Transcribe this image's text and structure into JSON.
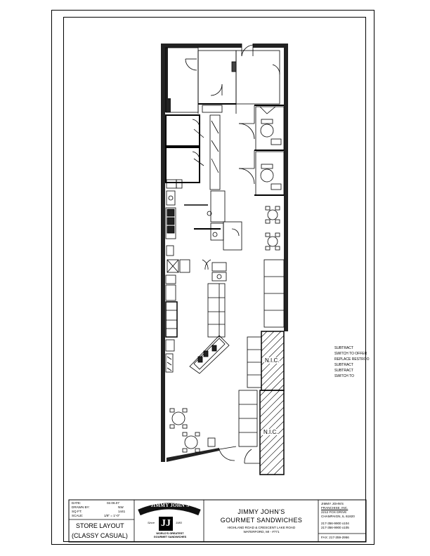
{
  "sheet_notes": [
    "SUBTRACT",
    "SWITCH TO OFFER",
    "REPLACE RESTROO",
    "SUBTRACT",
    "SUBTRACT",
    "SWITCH TO"
  ],
  "nic_labels": [
    "N.I.C.",
    "N.I.C."
  ],
  "title_block": {
    "date_label": "DATE:",
    "date_value": "02.06.07",
    "drawn_label": "DRAWN BY:",
    "drawn_value": "NW",
    "sqft_label": "SQ FT:",
    "sqft_value": "1441",
    "scale_label": "SCALE:",
    "scale_value": "1/8\" = 1'-0\"",
    "sheet_title_1": "STORE LAYOUT",
    "sheet_title_2": "(CLASSY CASUAL)",
    "logo_top": "JIMMY JOHN'S",
    "logo_mark": "JJ",
    "logo_since": "Since",
    "logo_year": "1983",
    "logo_bottom_1": "WORLD'S GREATEST",
    "logo_bottom_2": "GOURMET SANDWICHES",
    "project_name_1": "JIMMY JOHN'S",
    "project_name_2": "GOURMET SANDWICHES",
    "project_address_1": "HIGHLAND ROAD & CRESCENT LAKE ROAD",
    "project_address_2": "WATERFORD, MI - #771",
    "company_1": "JIMMY JOHN'S",
    "company_2": "FRANCHISE, INC.",
    "company_3": "2212 FOX DRIVE",
    "company_4": "CHAMPAIGN, IL 61820",
    "phone_1": "217-356-9900 x104",
    "phone_2": "217-356-9900 x105",
    "fax": "FAX: 217-359-2956"
  }
}
